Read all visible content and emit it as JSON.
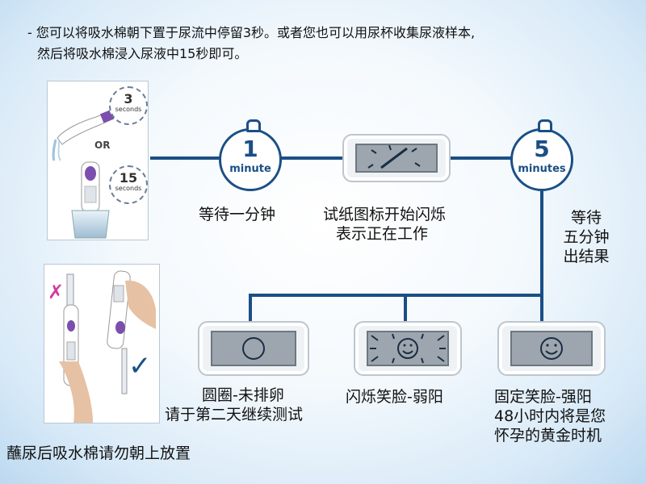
{
  "intro": {
    "line1": "- 您可以将吸水棉朝下置于尿流中停留3秒。或者您也可以用尿杯收集尿液样本,",
    "line2": "然后将吸水棉浸入尿液中15秒即可。"
  },
  "photo_top": {
    "clock1_number": "3",
    "clock1_unit": "seconds",
    "or_text": "OR",
    "clock2_number": "15",
    "clock2_unit": "seconds"
  },
  "timeline": {
    "clock1_number": "1",
    "clock1_unit": "minute",
    "clock2_number": "5",
    "clock2_unit": "minutes",
    "step1_label": "等待一分钟",
    "step2_label_line1": "试纸图标开始闪烁",
    "step2_label_line2": "表示正在工作",
    "step3_label_line1": "等待",
    "step3_label_line2": "五分钟",
    "step3_label_line3": "出结果"
  },
  "results": {
    "result1_line1": "圆圈-未排卵",
    "result1_line2": "请于第二天继续测试",
    "result2_line1": "闪烁笑脸-弱阳",
    "result3_line1": "固定笑脸-强阳",
    "result3_line2": "48小时内将是您",
    "result3_line3": "怀孕的黄金时机"
  },
  "photo_bottom": {
    "wrong_mark": "✗",
    "right_mark": "✓"
  },
  "bottom_note": "蘸尿后吸水棉请勿朝上放置",
  "colors": {
    "line": "#1a4f86",
    "accent_purple": "#7b4fae",
    "wrong_mark": "#d43aa0",
    "right_mark": "#1a4f86"
  }
}
